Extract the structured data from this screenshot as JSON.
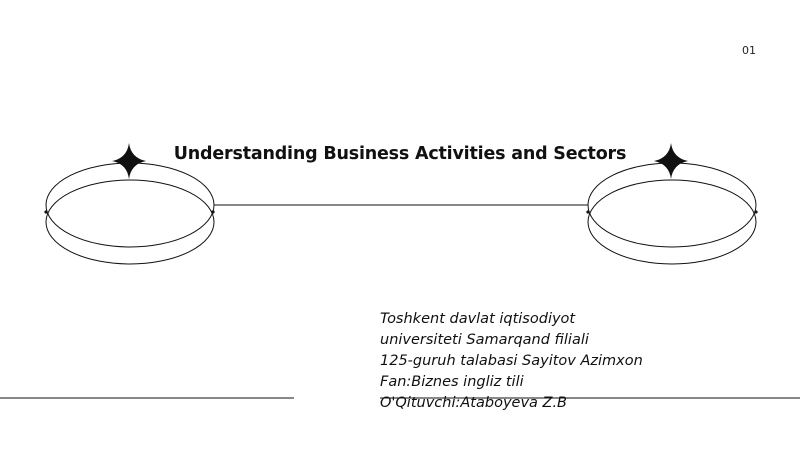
{
  "slide": {
    "page_number": "01",
    "title": "Understanding Business Activities and Sectors",
    "info_lines": [
      "Toshkent davlat iqtisodiyot",
      "universiteti Samarqand filiali",
      "125-guruh talabasi Sayitov Azimxon",
      "Fan:Biznes ingliz tili",
      "O'Qituvchi:Ataboyeva Z.B"
    ]
  },
  "colors": {
    "background": "#ffffff",
    "ink": "#111111"
  },
  "decorations": {
    "left_ring_icon": "double-ellipse-ring",
    "right_ring_icon": "double-ellipse-ring",
    "left_star_icon": "four-point-star",
    "right_star_icon": "four-point-star"
  }
}
